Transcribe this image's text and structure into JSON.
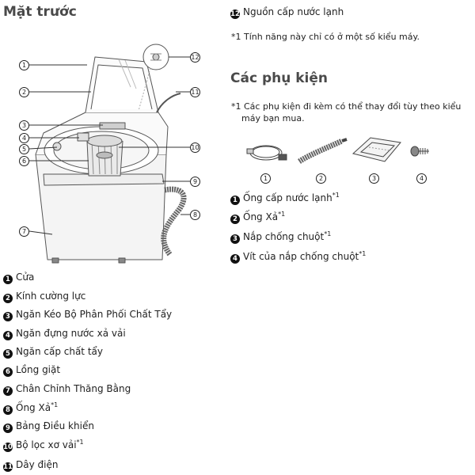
{
  "front": {
    "title": "Mặt trước",
    "callout_numbers": [
      "1",
      "2",
      "3",
      "4",
      "5",
      "6",
      "7",
      "8",
      "9",
      "10",
      "11",
      "12"
    ],
    "parts": [
      {
        "num": "1",
        "label": "Cửa",
        "note": ""
      },
      {
        "num": "2",
        "label": "Kính cường lực",
        "note": ""
      },
      {
        "num": "3",
        "label": "Ngăn Kéo Bộ Phân Phối Chất Tẩy",
        "note": ""
      },
      {
        "num": "4",
        "label": "Ngăn đựng nước xả vải",
        "note": ""
      },
      {
        "num": "5",
        "label": "Ngăn cấp chất tẩy",
        "note": ""
      },
      {
        "num": "6",
        "label": "Lồng giặt",
        "note": ""
      },
      {
        "num": "7",
        "label": "Chân Chỉnh Thăng Bằng",
        "note": ""
      },
      {
        "num": "8",
        "label": "Ống Xả",
        "note": "*1"
      },
      {
        "num": "9",
        "label": "Bảng Điều khiển",
        "note": ""
      },
      {
        "num": "10",
        "label": "Bộ lọc xơ vải",
        "note": "*1"
      },
      {
        "num": "11",
        "label": "Dây điện",
        "note": ""
      },
      {
        "num": "12",
        "label": "Nguồn cấp nước lạnh",
        "note": ""
      }
    ],
    "footnote": "*1 Tính năng này chỉ có ở một số kiểu máy."
  },
  "accessories": {
    "title": "Các phụ kiện",
    "note_line1": "*1 Các phụ kiện đi kèm có thể thay đổi tùy theo kiểu",
    "note_line2": "máy bạn mua.",
    "image_numbers": [
      "1",
      "2",
      "3",
      "4"
    ],
    "items": [
      {
        "num": "1",
        "label": "Ống cấp nước lạnh",
        "note": "*1"
      },
      {
        "num": "2",
        "label": "Ống Xả",
        "note": "*1"
      },
      {
        "num": "3",
        "label": "Nắp chống chuột",
        "note": "*1"
      },
      {
        "num": "4",
        "label": "Vít của nắp chống chuột",
        "note": "*1"
      }
    ]
  }
}
